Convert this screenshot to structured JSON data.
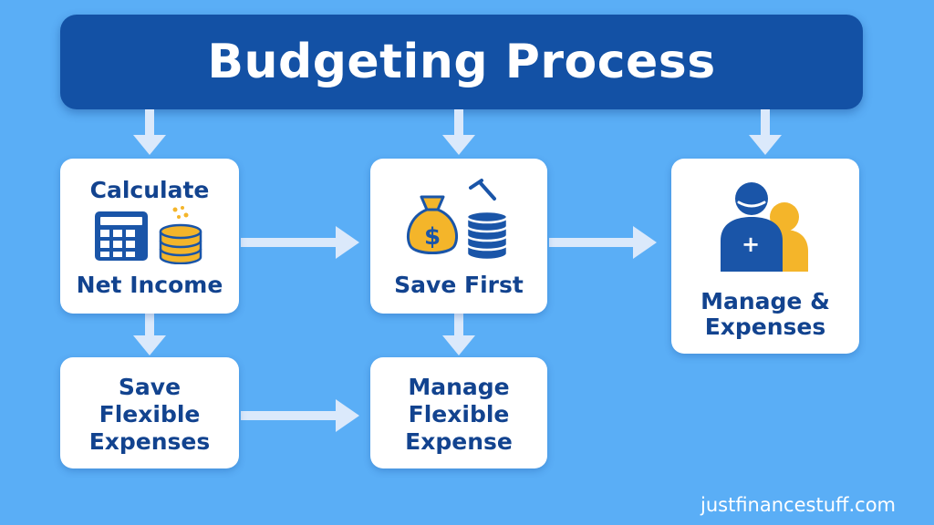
{
  "title": "Budgeting Process",
  "steps": {
    "calculate": {
      "top": "Calculate",
      "bottom": "Net Income"
    },
    "save_first": {
      "label": "Save First"
    },
    "manage_expenses": {
      "line1": "Manage &",
      "line2": "Expenses"
    },
    "save_flexible": {
      "line1": "Save",
      "line2": "Flexible",
      "line3": "Expenses"
    },
    "manage_flexible": {
      "line1": "Manage",
      "line2": "Flexible",
      "line3": "Expense"
    }
  },
  "icons": {
    "calculator": "calculator-icon",
    "coins": "coin-stack-icon",
    "money_bag": "money-bag-icon",
    "money_bag_symbol": "$",
    "plus_symbol": "+",
    "people": "people-icon",
    "hammer": "hammer-icon"
  },
  "watermark": "justfinancestuff.com",
  "colors": {
    "background": "#5aaef6",
    "title_bar": "#1351a5",
    "box": "#ffffff",
    "text": "#12438f",
    "accent": "#f4b52a",
    "arrow": "#dbe9fb"
  }
}
